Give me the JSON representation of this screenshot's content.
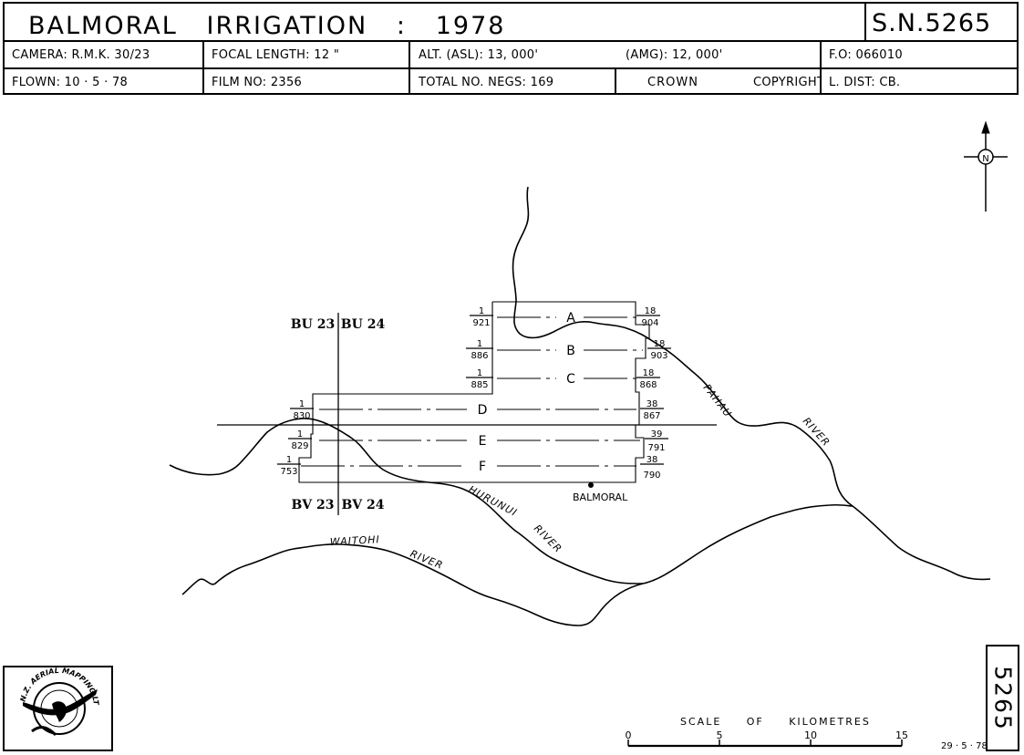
{
  "header": {
    "title": "BALMORAL   IRRIGATION   :   1978",
    "sheet_number": "S.N.5265",
    "camera": "CAMERA: R.M.K. 30/23",
    "focal_length": "FOCAL LENGTH: 12 \"",
    "altitude_asl": "ALT. (ASL): 13, 000'",
    "altitude_amg": "(AMG): 12, 000'",
    "fo": "F.O: 066010",
    "flown": "FLOWN: 10 · 5 · 78",
    "film_no": "FILM NO: 2356",
    "total_negs": "TOTAL NO. NEGS: 169",
    "crown": "CROWN",
    "copyright": "COPYRIGHT",
    "l_dist": "L. DIST: CB."
  },
  "map": {
    "north_label": "N",
    "grid_labels": {
      "bu23": "BU 23",
      "bu24": "BU 24",
      "bv23": "BV 23",
      "bv24": "BV 24"
    },
    "place": "BALMORAL",
    "rivers": {
      "pahau_1": "PAHAU",
      "pahau_2": "RIVER",
      "hurunui_1": "HURUNUI",
      "hurunui_2": "RIVER",
      "waitohi_1": "WAITOHI",
      "waitohi_2": "RIVER"
    },
    "runs": [
      {
        "label": "A",
        "start_top": "1",
        "start_bottom": "921",
        "end_top": "18",
        "end_bottom": "904"
      },
      {
        "label": "B",
        "start_top": "1",
        "start_bottom": "886",
        "end_top": "18",
        "end_bottom": "903"
      },
      {
        "label": "C",
        "start_top": "1",
        "start_bottom": "885",
        "end_top": "18",
        "end_bottom": "868"
      },
      {
        "label": "D",
        "start_top": "1",
        "start_bottom": "830",
        "end_top": "38",
        "end_bottom": "867"
      },
      {
        "label": "E",
        "start_top": "1",
        "start_bottom": "829",
        "end_top": "39",
        "end_bottom": "791"
      },
      {
        "label": "F",
        "start_top": "1",
        "start_bottom": "753",
        "end_top": "38",
        "end_bottom": "790"
      }
    ]
  },
  "scale": {
    "title": "SCALE     OF     KILOMETRES",
    "ticks": [
      "0",
      "5",
      "10",
      "15"
    ]
  },
  "footer": {
    "date": "29 · 5 · 78",
    "tile_number": "5265",
    "logo_text": "N.Z. AERIAL MAPPING LTD."
  }
}
